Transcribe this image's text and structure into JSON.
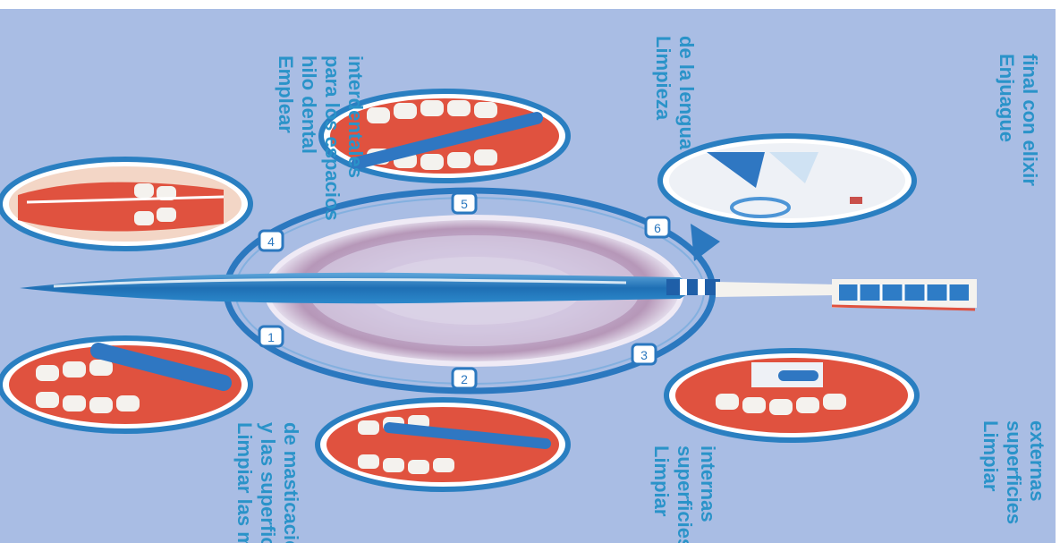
{
  "labels": {
    "enjuague": [
      "Enjuague",
      "final con elixir"
    ],
    "lengua": [
      "Limpieza",
      "de la lengua"
    ],
    "hilo": [
      "Emplear",
      "hilo dental",
      "para los espacios",
      "interdentales"
    ],
    "masticacion": [
      "Limpiar las mu",
      "y las superfici",
      "de masticació"
    ],
    "internas": [
      "Limpiar",
      "superficies",
      "internas"
    ],
    "externas": [
      "Limpiar",
      "superficies",
      "externas"
    ]
  },
  "step_numbers": [
    "1",
    "2",
    "3",
    "4",
    "5",
    "6"
  ],
  "colors": {
    "background": "#a9bde4",
    "accent_blue": "#2a7fc1",
    "label_blue": "#2a93c9",
    "gum_red": "#e0523f",
    "tooth_white": "#f4f2ee"
  },
  "icons": [
    "toothbrush-icon",
    "mouth-icon",
    "rinse-cup-icon",
    "step-number-badge"
  ]
}
